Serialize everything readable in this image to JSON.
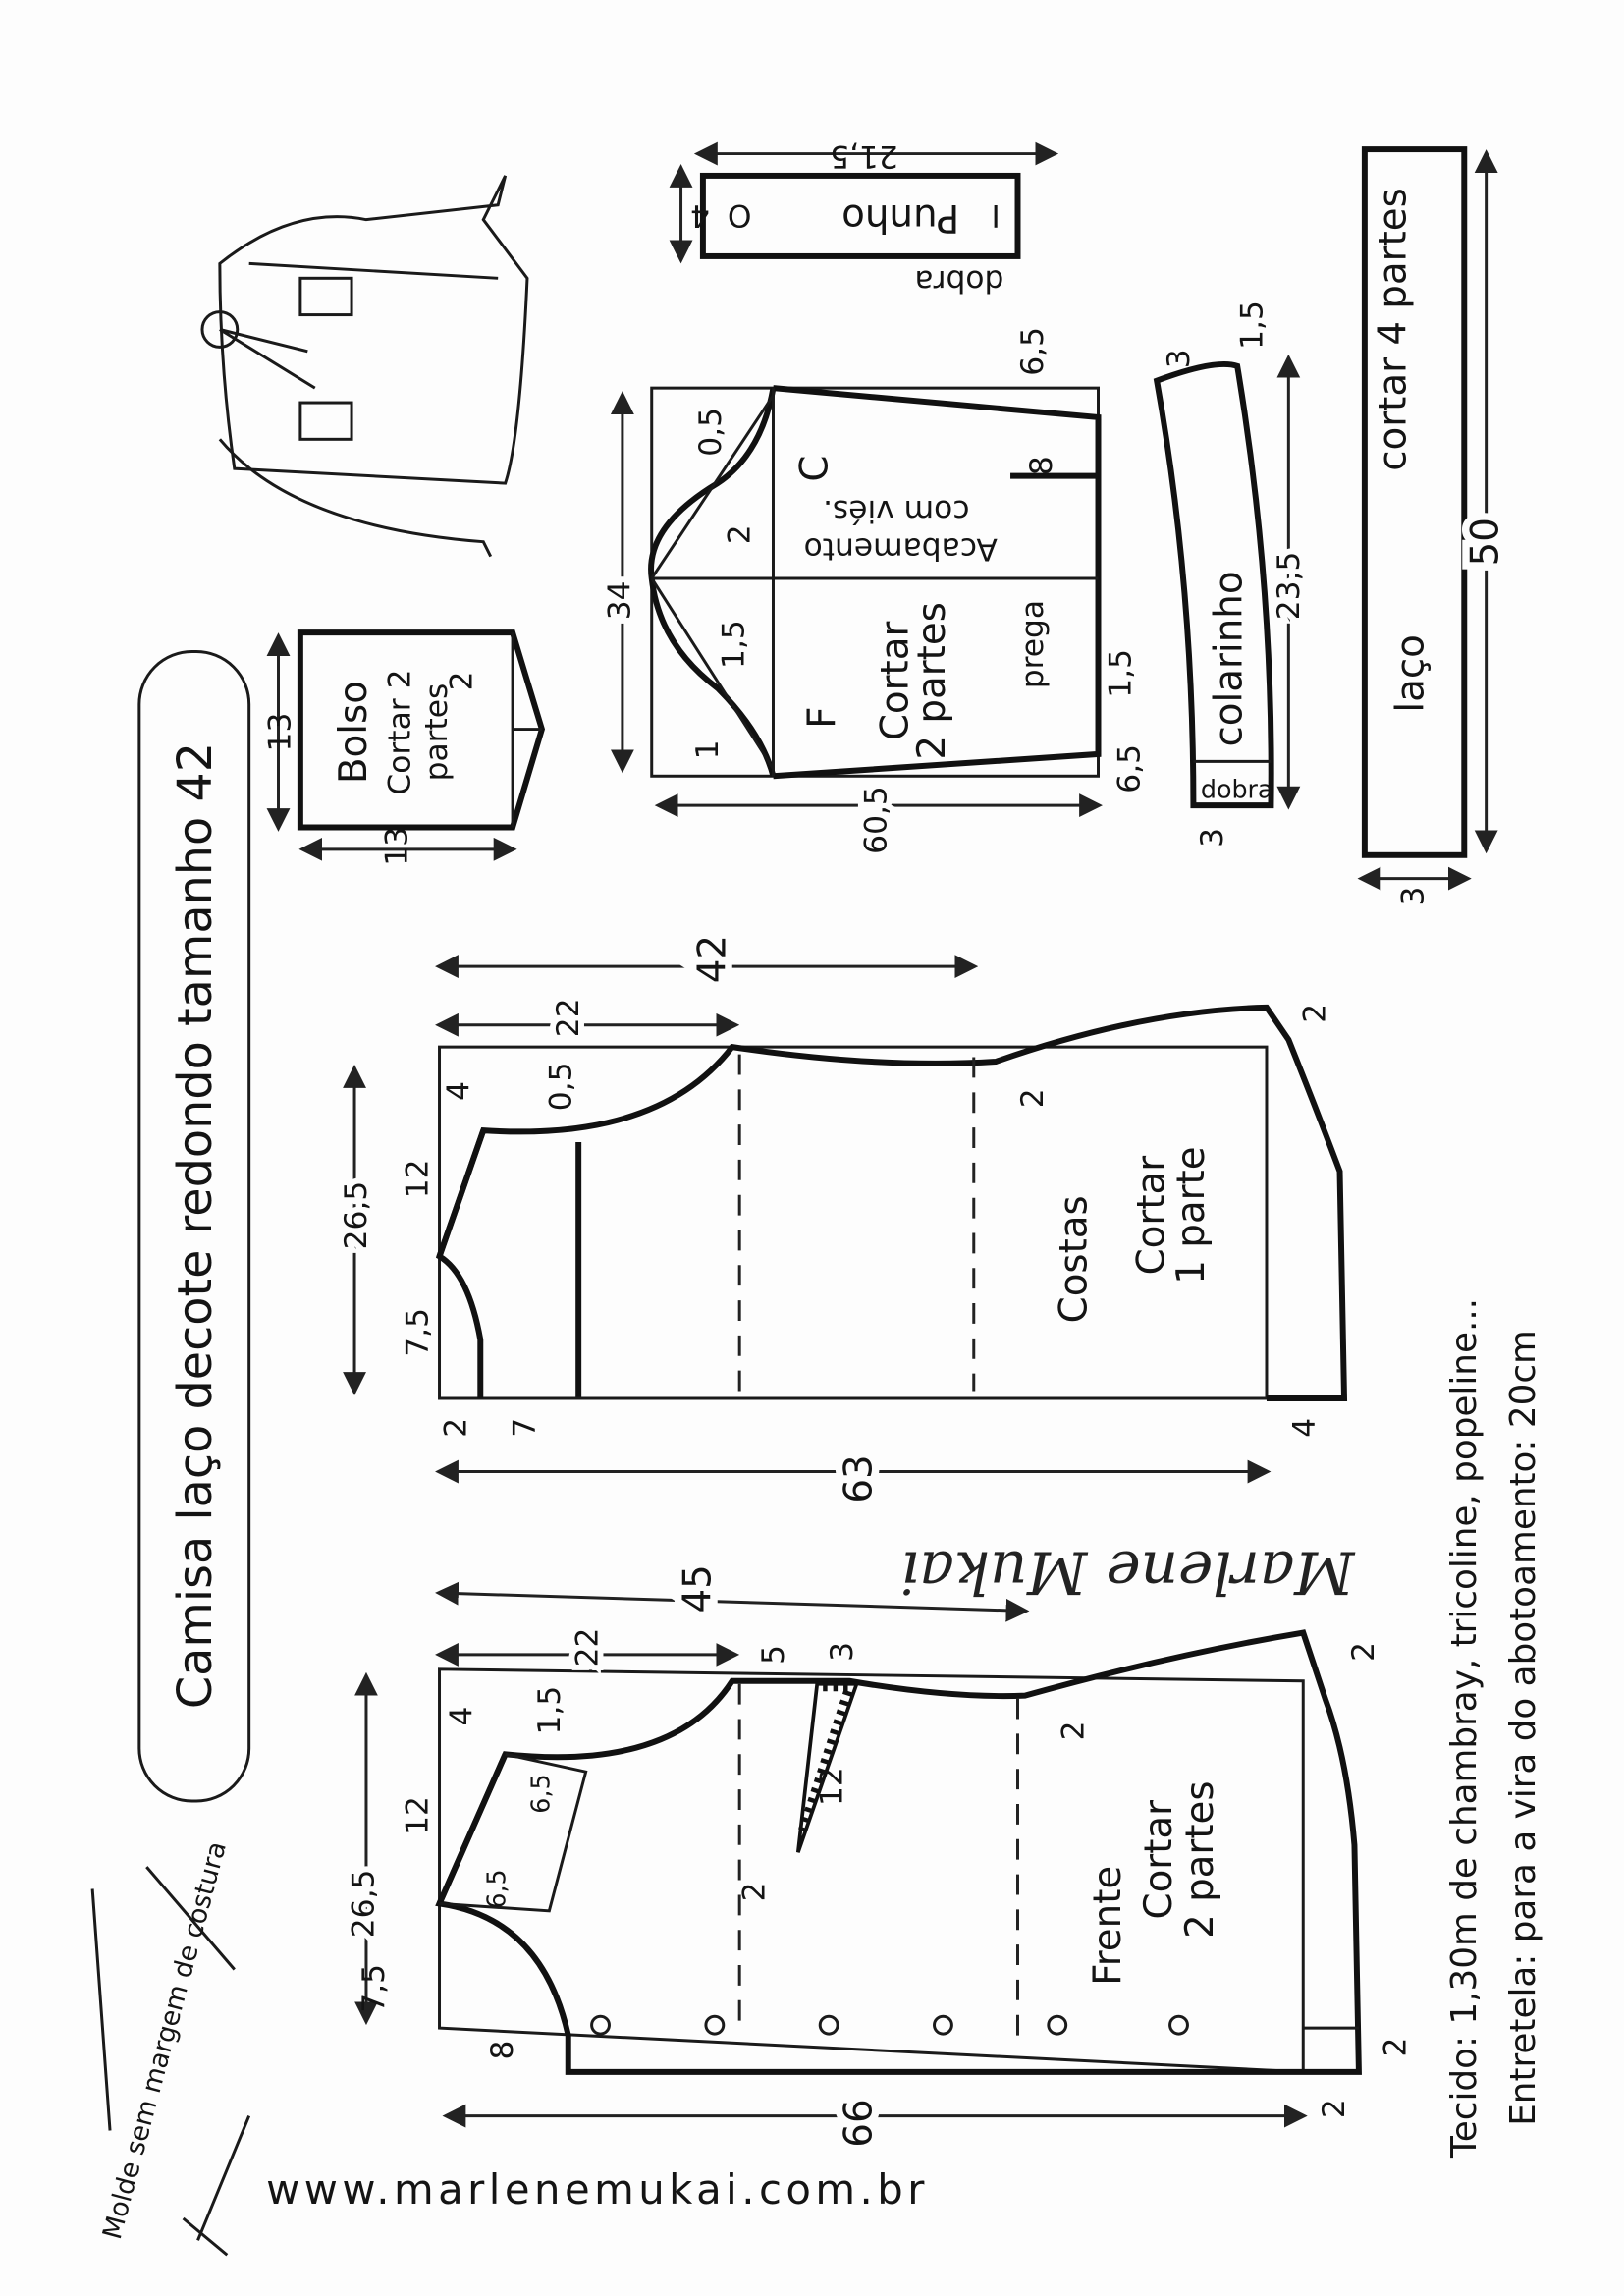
{
  "title": "Camisa laço decote redondo tamanho 42",
  "note": "Molde sem margem de costura",
  "website": "www.marlenemukai.com.br",
  "signature": "Marlene Mukai",
  "materials": {
    "fabric": "Tecido: 1,30m de chambray, tricoline, popeline...",
    "interfacing": "Entretela: para a vira do abotoamento: 20cm"
  },
  "front": {
    "name": "Frente",
    "cut": "Cortar",
    "cut2": "2 partes",
    "dims": [
      "45",
      "22",
      "5",
      "3",
      "26,5",
      "4",
      "1,5",
      "12",
      "6,5",
      "6,5",
      "7,5",
      "8",
      "12",
      "2",
      "2",
      "2",
      "2",
      "2",
      "66"
    ]
  },
  "back": {
    "name": "Costas",
    "cut": "Cortar",
    "cut2": "1 parte",
    "dims": [
      "42",
      "22",
      "0,5",
      "4",
      "26,5",
      "12",
      "7,5",
      "2",
      "7",
      "63",
      "2",
      "2",
      "4"
    ]
  },
  "sleeve": {
    "front_mark": "F",
    "back_mark": "C",
    "finish": "Acabamento",
    "finish2": "com viés.",
    "cut": "Cortar",
    "cut2": "2 partes",
    "pleat": "prega",
    "dims": [
      "34",
      "0,5",
      "2",
      "1,5",
      "1",
      "8",
      "1,5",
      "6,5",
      "6,5",
      "60,5"
    ]
  },
  "pocket": {
    "name": "Bolso",
    "cut": "Cortar 2",
    "cut2": "partes",
    "dims": [
      "13",
      "2",
      "13"
    ]
  },
  "cuff": {
    "name": "Punho",
    "fold": "dobra",
    "mark_o": "O",
    "mark_i": "I",
    "dims": [
      "21,5",
      "4"
    ]
  },
  "collar": {
    "name": "colarinho",
    "fold": "dobra",
    "dims": [
      "3",
      "1,5",
      "23,5",
      "3"
    ]
  },
  "bow": {
    "name": "laço",
    "cut": "cortar 4 partes",
    "dims": [
      "50",
      "3"
    ]
  }
}
